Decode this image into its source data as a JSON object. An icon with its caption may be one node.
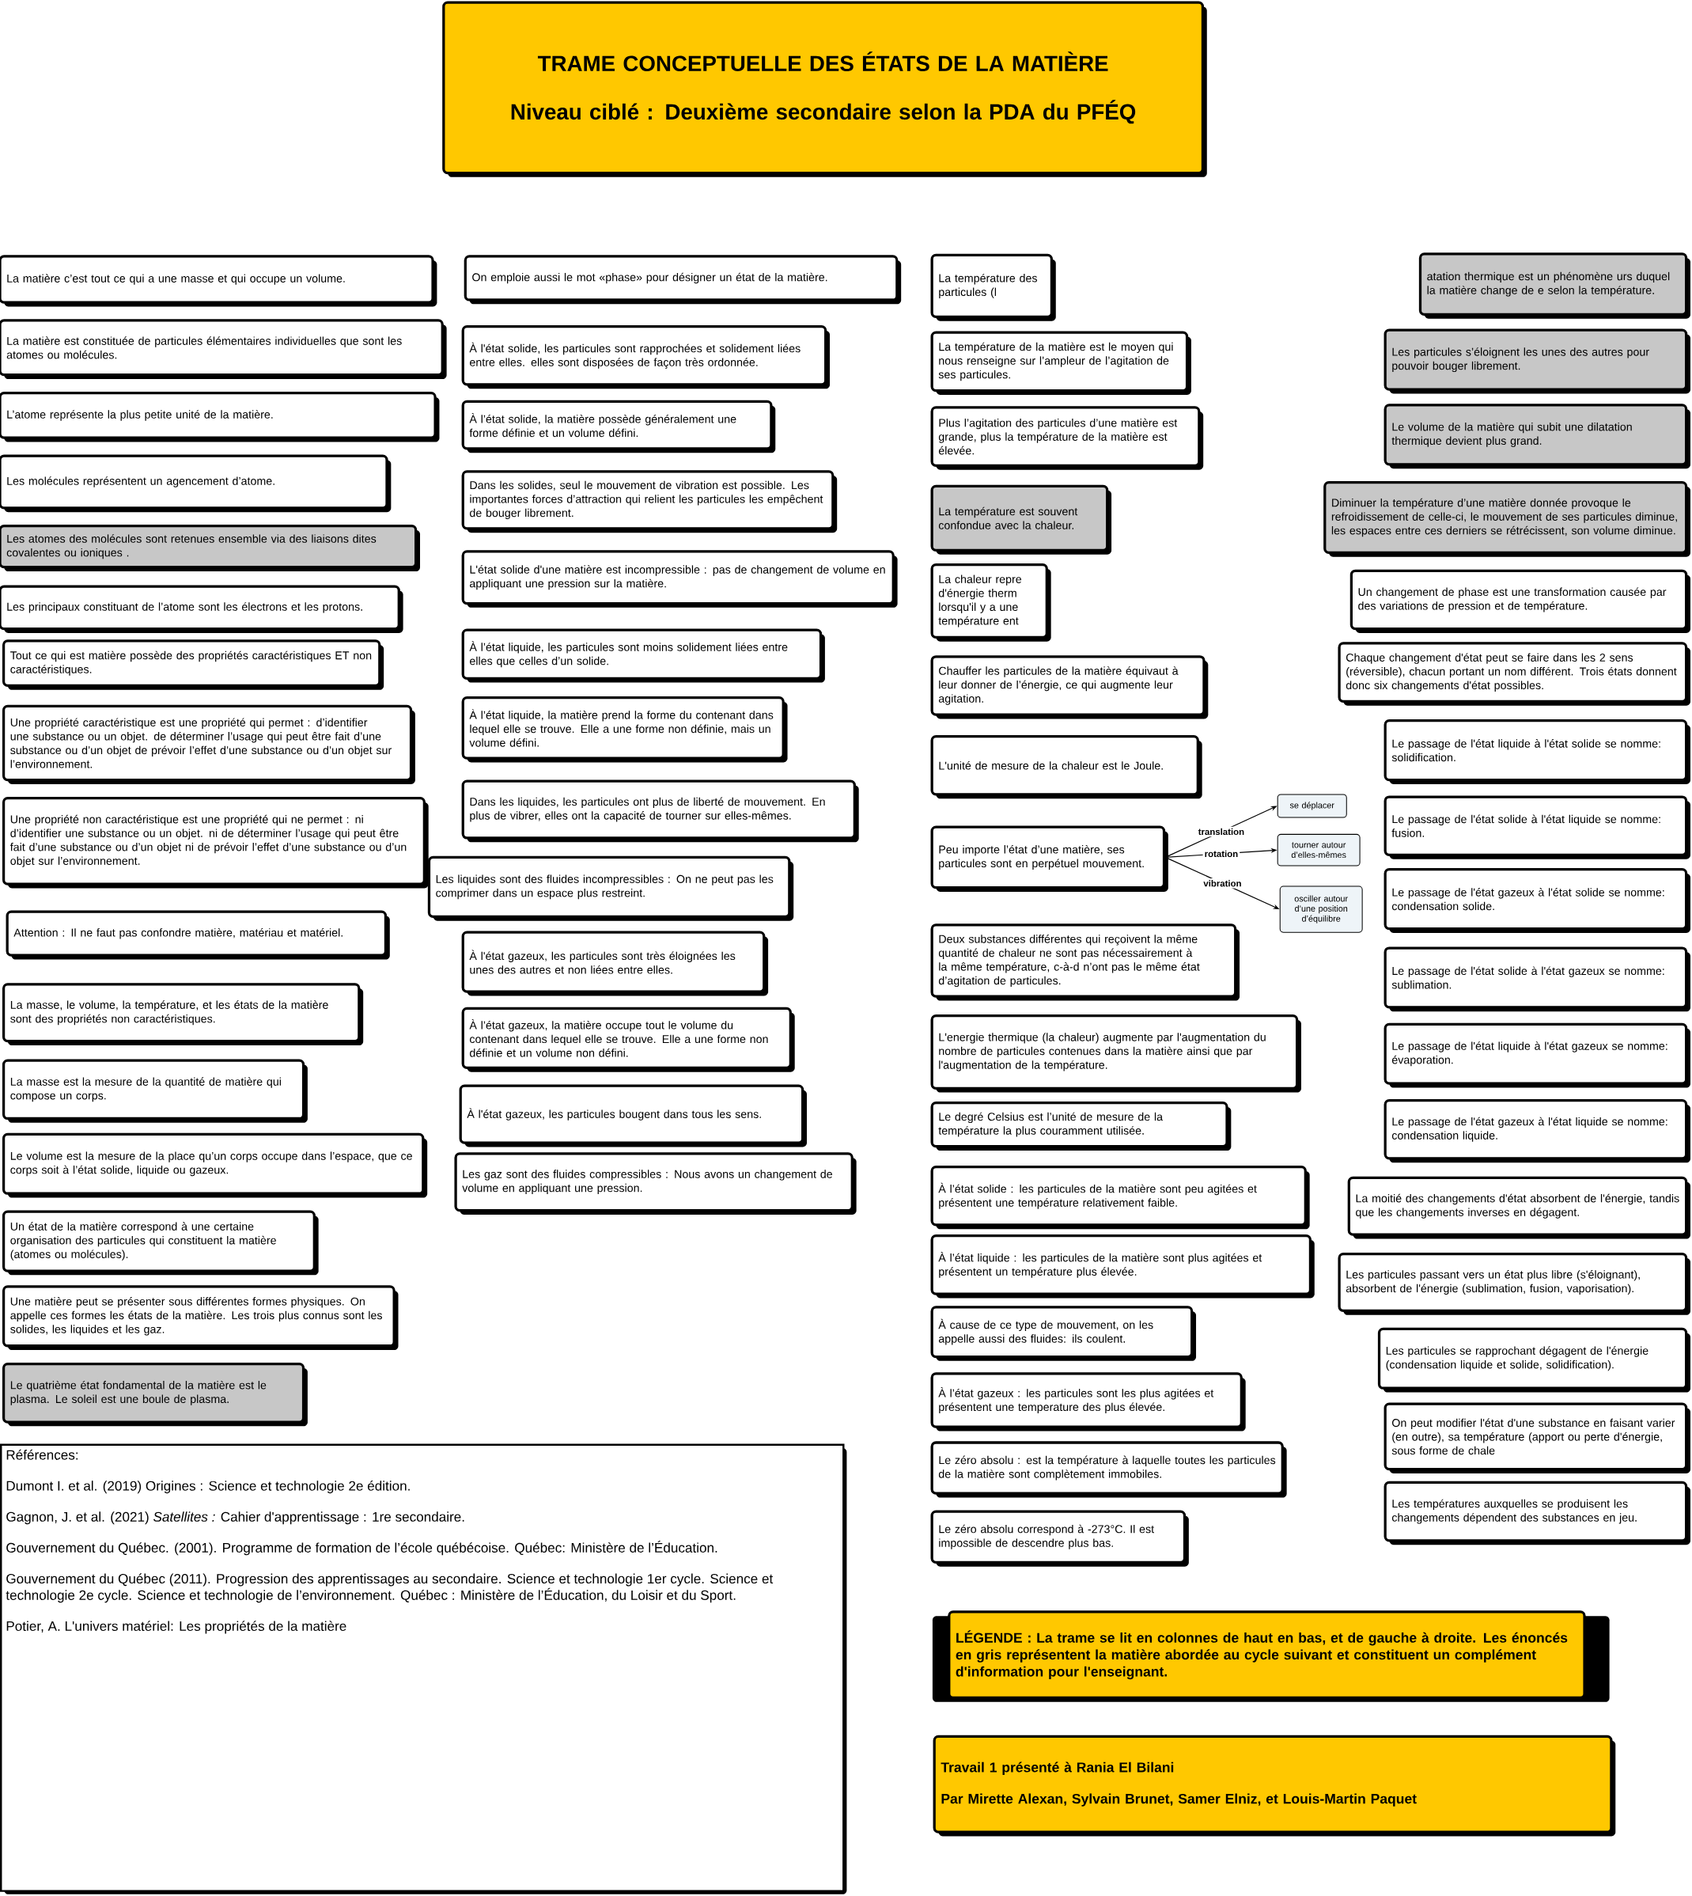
{
  "diagram": {
    "nodes": [
      {
        "text": [
          "TRAME CONCEPTUELLE DES ÉTATS DE LA MATIÈRE",
          "Niveau ciblé : Deuxième secondaire selon la PDA du PFÉQ"
        ]
      },
      {
        "text": [
          "La matière c’est tout ce qui a une masse et qui occupe un volume."
        ]
      },
      {
        "text": [
          "La matière est constituée de particules élémentaires individuelles que sont les atomes ou molécules."
        ]
      },
      {
        "text": [
          "L’atome représente la plus petite unité de la matière."
        ]
      },
      {
        "text": [
          "Les molécules représentent un agencement d’atome."
        ]
      },
      {
        "text": [
          "Les atomes des molécules sont retenues ensemble via des liaisons dites covalentes ou ioniques ."
        ]
      },
      {
        "text": [
          "Les principaux constituant de l’atome sont les électrons et les protons."
        ]
      },
      {
        "text": [
          "Tout ce qui est matière possède des propriétés caractéristiques ET non caractéristiques."
        ]
      },
      {
        "text": [
          "Une propriété caractéristique est une propriété qui permet : d’identifier une substance ou un objet. de déterminer l’usage qui peut être fait d’une substance ou d’un objet de prévoir l’effet d’une substance ou d’un objet sur l’environnement."
        ]
      },
      {
        "text": [
          "Une propriété non caractéristique est une propriété qui ne permet : ni d’identifier une substance ou un objet. ni de déterminer l’usage qui peut être fait d’une substance ou d’un objet ni de prévoir l’effet d’une substance ou d’un objet sur l’environnement."
        ]
      },
      {
        "text": [
          "Attention : Il ne faut pas confondre matière, matériau et matériel."
        ]
      },
      {
        "text": [
          "La masse, le volume, la température, et les états de la matière sont des propriétés non caractéristiques."
        ]
      },
      {
        "text": [
          "La masse est la mesure de la quantité de matière qui compose un corps."
        ]
      },
      {
        "text": [
          "Le volume est la mesure de la place qu’un corps occupe dans l’espace, que ce corps soit à l’état solide, liquide ou gazeux."
        ]
      },
      {
        "text": [
          "Un état de la matière correspond à une certaine organisation des particules qui constituent la matière (atomes ou molécules)."
        ]
      },
      {
        "text": [
          "Une matière peut se présenter sous différentes formes physiques. On appelle ces formes les états de la matière. Les trois plus connus sont les solides, les liquides et les gaz."
        ]
      },
      {
        "text": [
          "Le quatrième état fondamental de la matière est le plasma. Le soleil est une boule de plasma."
        ]
      },
      {
        "text": [
          "Références:",
          "Dumont I. et al. (2019) Origines : Science et technologie 2e édition.",
          "Gagnon, J. et al. (2021) *Satellites :* Cahier d'apprentissage : 1re secondaire.",
          "Gouvernement du Québec. (2001). Programme de formation de l’école québécoise. Québec: Ministère de l’Éducation.",
          "Gouvernement du Québec (2011). Progression des apprentissages au secondaire. Science et technologie 1er cycle. Science et technologie 2e cycle. Science et technologie de l’environnement. Québec : Ministère de l’Éducation, du Loisir et du Sport.",
          "Potier, A. L'univers matériel: Les propriétés de la matière"
        ]
      },
      {
        "text": [
          "On emploie aussi le mot «phase» pour désigner un état de la matière."
        ]
      },
      {
        "text": [
          "À l'état solide, les particules sont rapprochées et solidement liées entre elles. elles sont disposées de façon très ordonnée."
        ]
      },
      {
        "text": [
          "À l’état solide, la matière possède généralement une forme définie et un volume défini."
        ]
      },
      {
        "text": [
          "Dans les solides, seul le mouvement de vibration est possible. Les importantes forces d’attraction qui relient les particules les empêchent de bouger librement."
        ]
      },
      {
        "text": [
          "L'état solide d'une matière est incompressible : pas de changement de volume en appliquant une pression sur la matière."
        ]
      },
      {
        "text": [
          "À l’état liquide, les particules sont moins solidement liées entre elles que celles d’un solide."
        ]
      },
      {
        "text": [
          "À l’état liquide, la matière prend la forme du contenant dans lequel elle se trouve. Elle a une forme non définie, mais un volume défini."
        ]
      },
      {
        "text": [
          "Dans les liquides, les particules ont plus de liberté de mouvement. En plus de vibrer, elles ont la capacité de tourner sur elles-mêmes."
        ]
      },
      {
        "text": [
          "Les liquides sont des fluides incompressibles : On ne peut pas les comprimer dans un espace plus restreint."
        ]
      },
      {
        "text": [
          "À l'état gazeux, les particules sont très éloignées les unes des autres et non liées entre elles."
        ]
      },
      {
        "text": [
          "À l’état gazeux, la matière occupe tout le volume du contenant dans lequel elle se trouve. Elle a une forme non définie et un volume non défini."
        ]
      },
      {
        "text": [
          "À l'état gazeux, les particules bougent dans tous les sens."
        ]
      },
      {
        "text": [
          "Les gaz sont des fluides compressibles : Nous avons un changement de volume en appliquant une pression."
        ]
      },
      {
        "text": [
          "La température des particules (l"
        ]
      },
      {
        "text": [
          "La température de la matière est le moyen qui nous renseigne sur l’ampleur de l’agitation de ses particules."
        ]
      },
      {
        "text": [
          "Plus l’agitation des particules d’une matière est grande, plus la température de la matière est élevée."
        ]
      },
      {
        "text": [
          "La température est souvent confondue avec la chaleur."
        ]
      },
      {
        "text": [
          "La chaleur repre d'énergie therm lorsqu'il y a une température ent"
        ]
      },
      {
        "text": [
          "Chauffer les particules de la matière équivaut à leur donner de l’énergie, ce qui augmente leur agitation."
        ]
      },
      {
        "text": [
          "L'unité de mesure de la chaleur est le Joule."
        ]
      },
      {
        "text": [
          "Peu importe l’état d’une matière, ses particules sont en perpétuel mouvement."
        ]
      },
      {
        "text": [
          "se déplacer"
        ]
      },
      {
        "text": [
          "tourner autour d’elles-mêmes"
        ]
      },
      {
        "text": [
          "osciller autour d’une position d’équilibre"
        ]
      },
      {
        "text": [
          "Deux substances différentes qui reçoivent la même quantité de chaleur ne sont pas nécessairement à la même température, c-à-d n’ont pas le même état d’agitation de particules."
        ]
      },
      {
        "text": [
          "L'energie thermique (la chaleur) augmente par l'augmentation du nombre de particules contenues dans la matière ainsi que par l'augmentation de la température."
        ]
      },
      {
        "text": [
          "Le degré Celsius est l’unité de mesure de la température la plus couramment utilisée."
        ]
      },
      {
        "text": [
          "À l’état solide : les particules de la matière sont peu agitées et présentent une température relativement faible."
        ]
      },
      {
        "text": [
          "À l’état liquide : les particules de la matière sont plus agitées et présentent un température plus élevée."
        ]
      },
      {
        "text": [
          "À cause de ce type de mouvement, on les appelle aussi des fluides: ils coulent."
        ]
      },
      {
        "text": [
          "À l’état gazeux : les particules sont les plus agitées et présentent une temperature des plus élevée."
        ]
      },
      {
        "text": [
          "Le zéro absolu : est la température à laquelle toutes les particules de la matière sont complètement immobiles."
        ]
      },
      {
        "text": [
          "Le zéro absolu correspond à -273°C. Il est impossible de descendre plus bas."
        ]
      },
      {
        "text": [
          "atation thermique est un phénomène urs duquel la matière change de e selon la température."
        ]
      },
      {
        "text": [
          "Les particules s’éloignent les unes des autres pour pouvoir bouger librement."
        ]
      },
      {
        "text": [
          "Le volume de la matière qui subit une dilatation thermique devient plus grand."
        ]
      },
      {
        "text": [
          "Diminuer la température d’une matière donnée provoque le refroidissement de celle-ci, le mouvement de ses particules diminue, les espaces entre ces derniers se rétrécissent, son volume diminue."
        ]
      },
      {
        "text": [
          "Un changement de phase est une transformation causée par des variations de pression et de température."
        ]
      },
      {
        "text": [
          "Chaque changement d'état peut se faire dans les 2 sens (réversible), chacun portant un nom différent. Trois états donnent donc six changements d'état possibles."
        ]
      },
      {
        "text": [
          "Le passage de l'état liquide à l'état solide se nomme: solidification."
        ]
      },
      {
        "text": [
          "Le passage de l'état solide à l'état liquide se nomme: fusion."
        ]
      },
      {
        "text": [
          "Le passage de l'état gazeux à l'état solide se nomme: condensation solide."
        ]
      },
      {
        "text": [
          "Le passage de l'état solide à l'état gazeux se nomme: sublimation."
        ]
      },
      {
        "text": [
          "Le passage de l'état liquide à l'état gazeux se nomme: évaporation."
        ]
      },
      {
        "text": [
          "Le passage de l'état gazeux à l'état liquide se nomme: condensation liquide."
        ]
      },
      {
        "text": [
          "La moitié des changements d'état absorbent de l'énergie, tandis que les changements inverses en dégagent."
        ]
      },
      {
        "text": [
          "Les particules passant vers un état plus libre (s'éloignant), absorbent de l'énergie (sublimation, fusion, vaporisation)."
        ]
      },
      {
        "text": [
          "Les particules se rapprochant dégagent de l'énergie (condensation liquide et solide, solidification)."
        ]
      },
      {
        "text": [
          "On peut modifier l'état d'une substance en faisant varier (en outre), sa température (apport ou perte d'énergie, sous forme de chale"
        ]
      },
      {
        "text": [
          "Les températures auxquelles se produisent les changements dépendent des substances en jeu."
        ]
      },
      {
        "text": [
          "LÉGENDE : La trame se lit en colonnes de haut en bas, et de gauche à droite. Les énoncés en gris représentent la matière abordée au cycle suivant et constituent un complément d'information pour l'enseignant."
        ]
      },
      {
        "text": [
          "Travail 1 présenté à Rania El Bilani",
          "Par Mirette Alexan, Sylvain Brunet, Samer Elniz, et Louis-Martin Paquet"
        ]
      }
    ],
    "edges": [
      {
        "from": 38,
        "to": 39,
        "arrow": "to",
        "label": "translation"
      },
      {
        "from": 38,
        "to": 40,
        "arrow": "to",
        "label": "rotation"
      },
      {
        "from": 38,
        "to": 41,
        "arrow": "to",
        "label": "vibration"
      }
    ]
  }
}
